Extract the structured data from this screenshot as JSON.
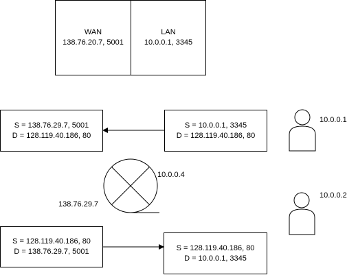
{
  "nat_table": {
    "wan": {
      "header": "WAN",
      "value": "138.76.20.7, 5001"
    },
    "lan": {
      "header": "LAN",
      "value": "10.0.0.1, 3345"
    }
  },
  "packets": {
    "outgoing_lan": {
      "source": "S = 10.0.0.1, 3345",
      "dest": "D = 128.119.40.186, 80"
    },
    "outgoing_wan": {
      "source": "S = 138.76.29.7, 5001",
      "dest": "D = 128.119.40.186, 80"
    },
    "incoming_wan": {
      "source": "S = 128.119.40.186, 80",
      "dest": "D = 138.76.29.7, 5001"
    },
    "incoming_lan": {
      "source": "S = 128.119.40.186, 80",
      "dest": "D = 10.0.0.1, 3345"
    }
  },
  "router": {
    "lan_ip": "10.0.0.4",
    "wan_ip": "138.76.29.7",
    "icon": "router-icon"
  },
  "hosts": [
    {
      "ip": "10.0.0.1",
      "icon": "user-icon"
    },
    {
      "ip": "10.0.0.2",
      "icon": "user-icon"
    }
  ]
}
